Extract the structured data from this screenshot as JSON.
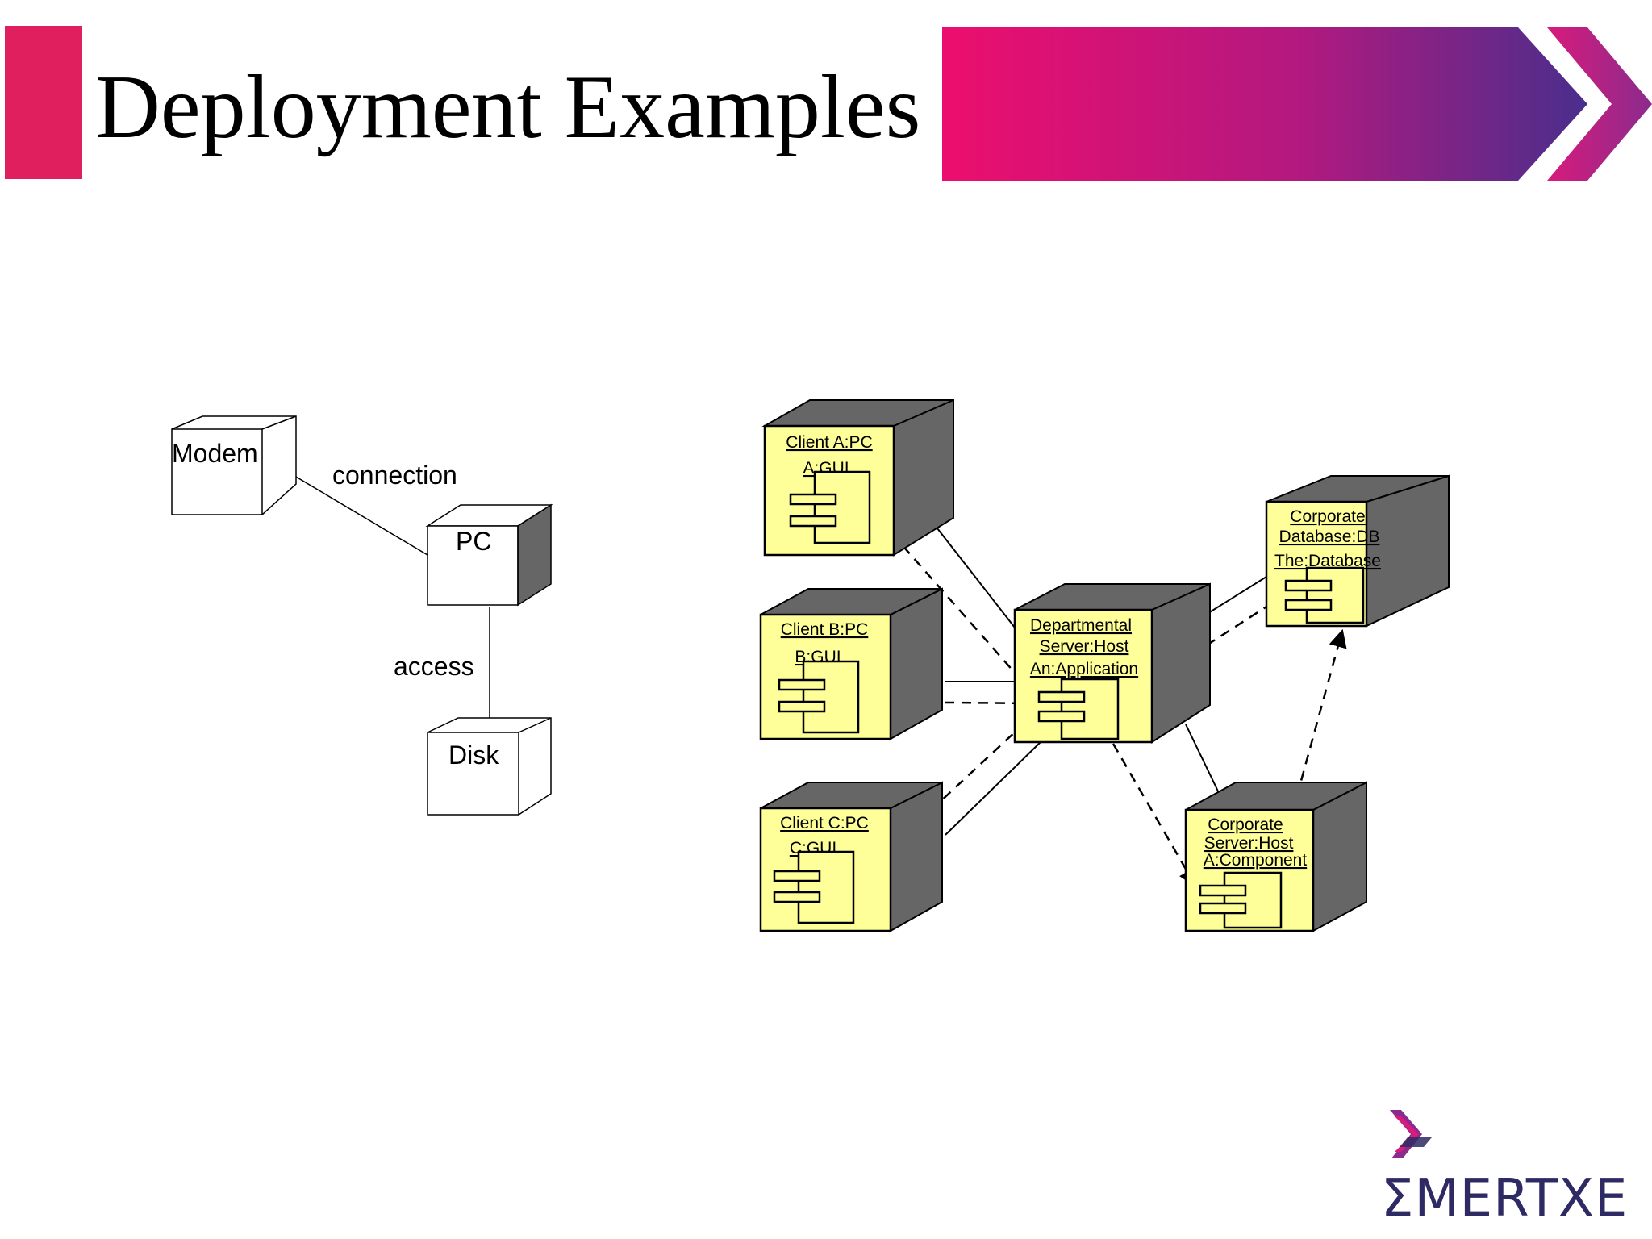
{
  "slide": {
    "title": "Deployment Examples",
    "colors": {
      "accent": "#e0205e",
      "banner_start": "#ec0e6e",
      "banner_end": "#4a2e8c",
      "node_fill": "#ffff99",
      "node_shade": "#666666",
      "logo": "#2e2a63"
    }
  },
  "simple_diagram": {
    "nodes": [
      {
        "label": "Modem"
      },
      {
        "label": "PC"
      },
      {
        "label": "Disk"
      }
    ],
    "edges": [
      {
        "from": "Modem",
        "to": "PC",
        "label": "connection"
      },
      {
        "from": "PC",
        "to": "Disk",
        "label": "access"
      }
    ]
  },
  "complex_diagram": {
    "nodes": [
      {
        "name": "Client A:PC",
        "component": "A:GUI"
      },
      {
        "name": "Client B:PC",
        "component": "B:GUI"
      },
      {
        "name": "Client C:PC",
        "component": "C:GUI"
      },
      {
        "name": "Departmental Server:Host",
        "name_lines": [
          "Departmental",
          "Server:Host"
        ],
        "component": "An:Application"
      },
      {
        "name": "Corporate Database:DB",
        "name_lines": [
          "Corporate",
          "Database:DB"
        ],
        "component": "The:Database"
      },
      {
        "name": "Corporate Server:Host",
        "name_lines": [
          "Corporate",
          "Server:Host"
        ],
        "component": "A:Component"
      }
    ]
  },
  "logo": {
    "text": "ƩMERTXE",
    "icon": "chevron-logo-icon"
  }
}
